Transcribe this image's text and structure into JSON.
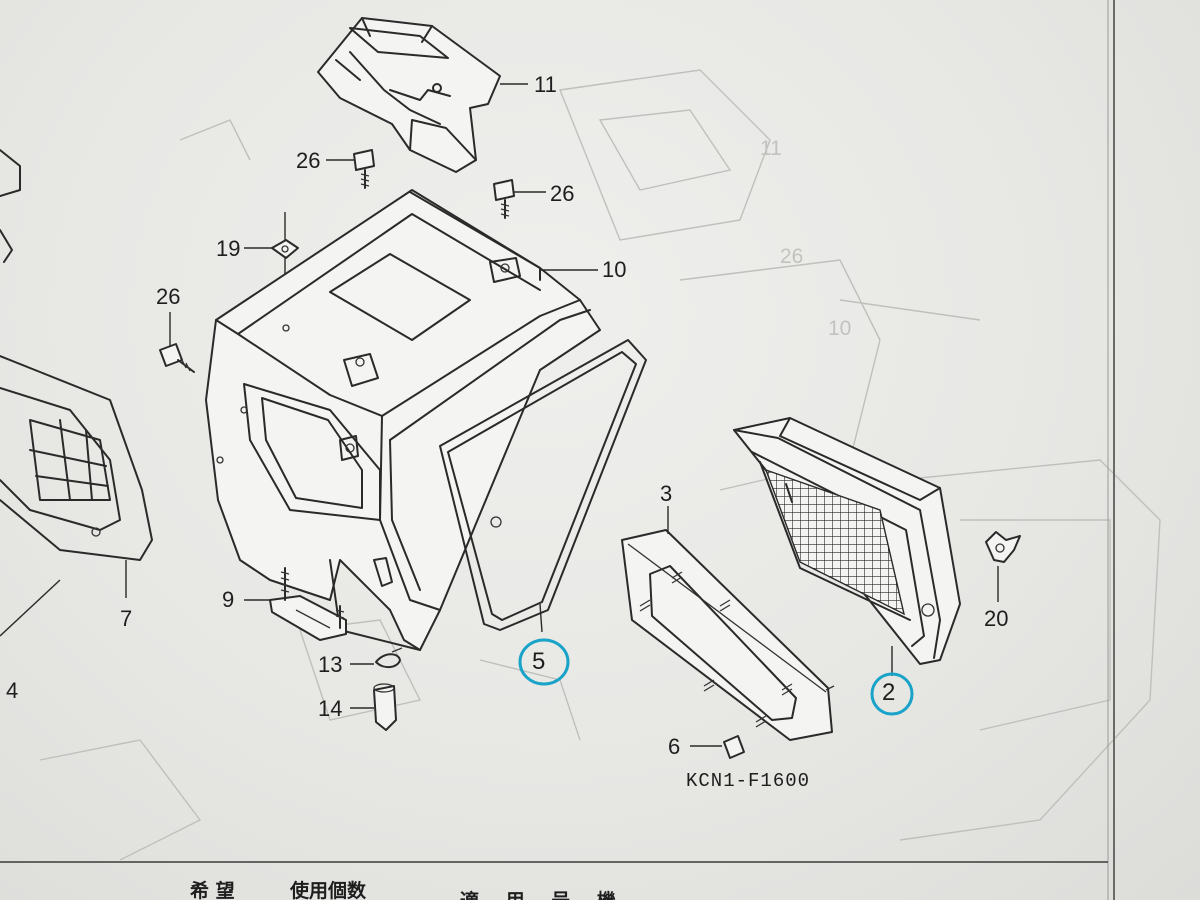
{
  "callouts": {
    "c11": "11",
    "c26a": "26",
    "c26b": "26",
    "c19": "19",
    "c10": "10",
    "c26c": "26",
    "c9": "9",
    "c7": "7",
    "c4": "4",
    "c13": "13",
    "c14": "14",
    "c5": "5",
    "c3": "3",
    "c6": "6",
    "c2": "2",
    "c20": "20"
  },
  "ghost_callouts": {
    "g11": "11",
    "g10": "10",
    "g26": "26"
  },
  "figure_code": "KCN1-F1600",
  "footer": {
    "col_kibou": "希 望",
    "col_shiyou": "使用個数",
    "col_tekiyou": "適 用 号 機"
  },
  "colors": {
    "ink": "#2a2a2a",
    "paper": "#ececea",
    "handwriting": "#1aa3c8"
  }
}
